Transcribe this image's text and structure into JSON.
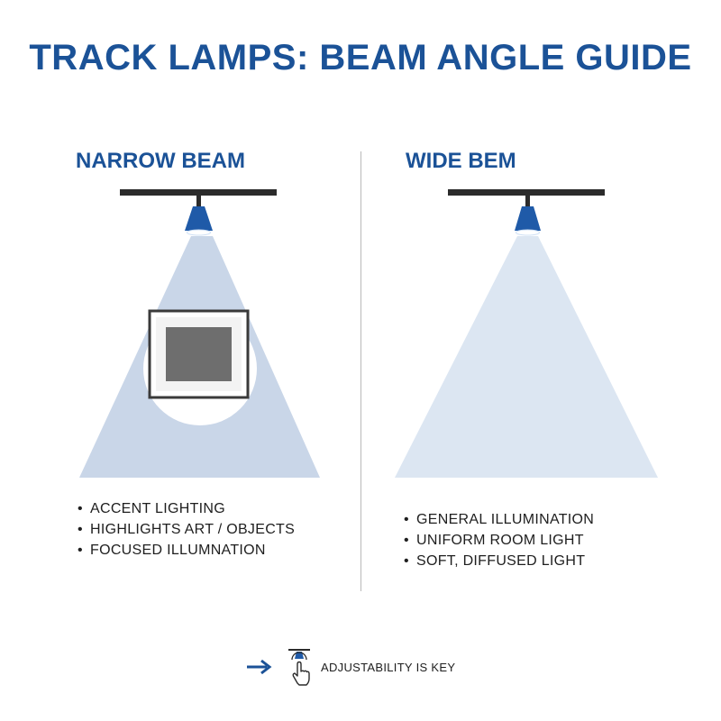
{
  "title": "TRACK LAMPS: BEAM ANGLE GUIDE",
  "narrow": {
    "heading": "NARROW BEAM",
    "features": [
      "ACCENT LIGHTING",
      "HIGHLIGHTS ART / OBJECTS",
      "FOCUSED ILLUMNATION"
    ]
  },
  "wide": {
    "heading": "WIDE BEM",
    "features": [
      "GENERAL ILLUMINATION",
      "UNIFORM ROOM LIGHT",
      "SOFT, DIFFUSED LIGHT"
    ]
  },
  "footer": {
    "label": "ADJUSTABILITY IS KEY",
    "arrow_icon": "arrow-right-icon",
    "hand_icon": "adjust-hand-icon"
  },
  "colors": {
    "brand_blue": "#1b5297",
    "fixture_blue": "#1f5aa8",
    "track": "#2b2b2b",
    "narrow_beam": "#c9d6e8",
    "wide_beam": "#dce6f2",
    "art_frame": "#3a3a3a",
    "art_picture": "#6e6e6e"
  }
}
